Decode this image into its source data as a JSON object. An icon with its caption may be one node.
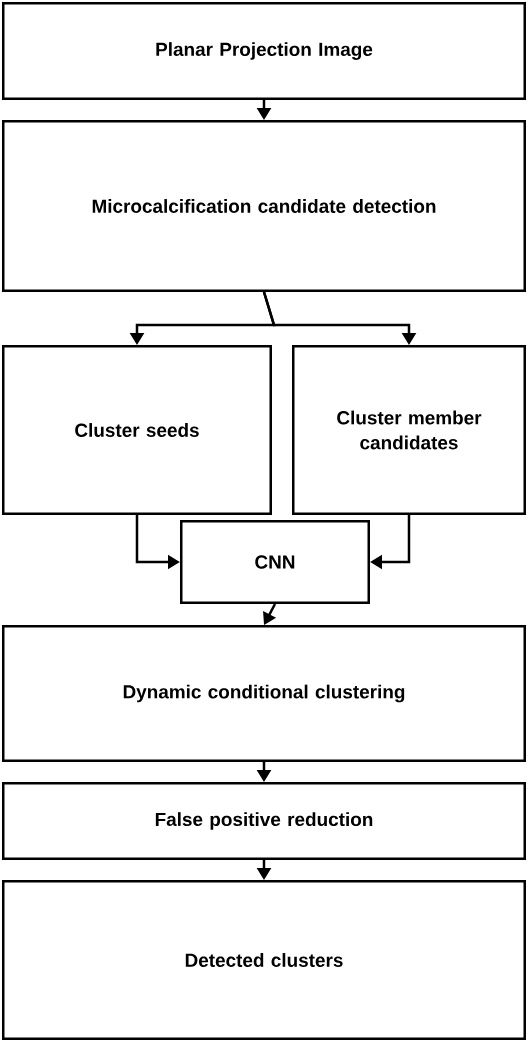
{
  "diagram": {
    "nodes": [
      {
        "text": [
          "Planar Projection Image"
        ]
      },
      {
        "text": [
          "Microcalcification candidate detection"
        ]
      },
      {
        "text": [
          "Cluster seeds"
        ]
      },
      {
        "text": [
          "Cluster member candidates"
        ]
      },
      {
        "text": [
          "CNN"
        ]
      },
      {
        "text": [
          "Dynamic conditional clustering"
        ]
      },
      {
        "text": [
          "False positive reduction"
        ]
      },
      {
        "text": [
          "Detected clusters"
        ]
      }
    ],
    "edges": [
      {
        "from": 0,
        "to": 1,
        "arrow": "to"
      },
      {
        "from": 1,
        "to": 2,
        "arrow": "to"
      },
      {
        "from": 1,
        "to": 3,
        "arrow": "to"
      },
      {
        "from": 2,
        "to": 4,
        "arrow": "to"
      },
      {
        "from": 3,
        "to": 4,
        "arrow": "to"
      },
      {
        "from": 4,
        "to": 5,
        "arrow": "to"
      },
      {
        "from": 5,
        "to": 6,
        "arrow": "to"
      },
      {
        "from": 6,
        "to": 7,
        "arrow": "to"
      }
    ]
  }
}
